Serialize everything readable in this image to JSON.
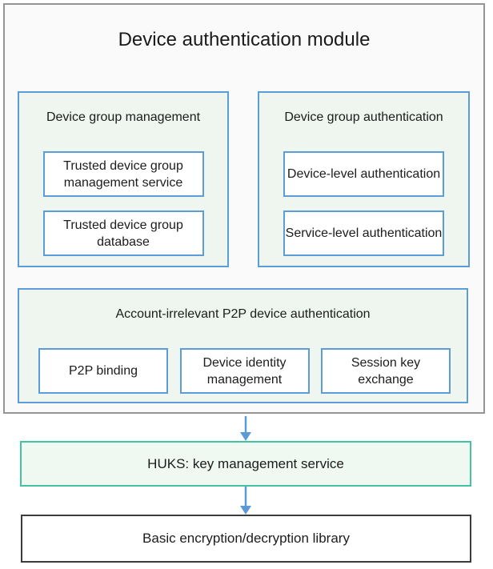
{
  "module": {
    "title": "Device authentication module",
    "groups": [
      {
        "title": "Device group management",
        "items": [
          "Trusted device group management service",
          "Trusted device group database"
        ]
      },
      {
        "title": "Device group authentication",
        "items": [
          "Device-level authentication",
          "Service-level authentication"
        ]
      },
      {
        "title": "Account-irrelevant P2P device authentication",
        "items": [
          "P2P binding",
          "Device identity management",
          "Session key exchange"
        ]
      }
    ]
  },
  "huks": {
    "label": "HUKS: key management service"
  },
  "library": {
    "label": "Basic encryption/decryption library"
  },
  "icons": {
    "arrow_down": "down-arrow"
  },
  "colors": {
    "module_border": "#959595",
    "module_bg": "#fafafa",
    "group_border": "#5b9dd9",
    "group_bg": "#eff6f0",
    "item_bg": "#ffffff",
    "huks_border": "#44c2a4",
    "huks_bg": "#f0f8f2",
    "library_border": "#3c3c3c",
    "arrow": "#5b9bd5",
    "text": "#1c1c1c"
  }
}
